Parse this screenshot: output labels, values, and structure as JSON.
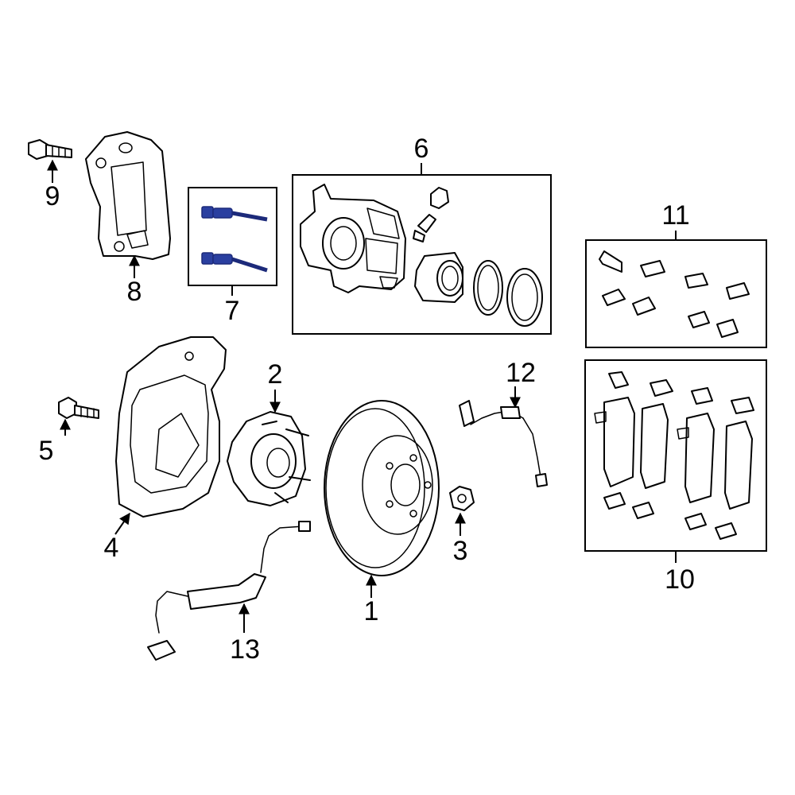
{
  "colors": {
    "background": "#ffffff",
    "line": "#000000",
    "highlight": "#2a3fa0"
  },
  "callouts": [
    {
      "id": "disc",
      "label": "1"
    },
    {
      "id": "hub",
      "label": "2"
    },
    {
      "id": "nut",
      "label": "3"
    },
    {
      "id": "shield",
      "label": "4"
    },
    {
      "id": "shield-bolt",
      "label": "5"
    },
    {
      "id": "caliper",
      "label": "6"
    },
    {
      "id": "guide-pins",
      "label": "7"
    },
    {
      "id": "caliper-bracket",
      "label": "8"
    },
    {
      "id": "bracket-bolt",
      "label": "9"
    },
    {
      "id": "pads",
      "label": "10"
    },
    {
      "id": "pad-clips",
      "label": "11"
    },
    {
      "id": "wear-sensor",
      "label": "12"
    },
    {
      "id": "abs-sensor",
      "label": "13"
    }
  ]
}
